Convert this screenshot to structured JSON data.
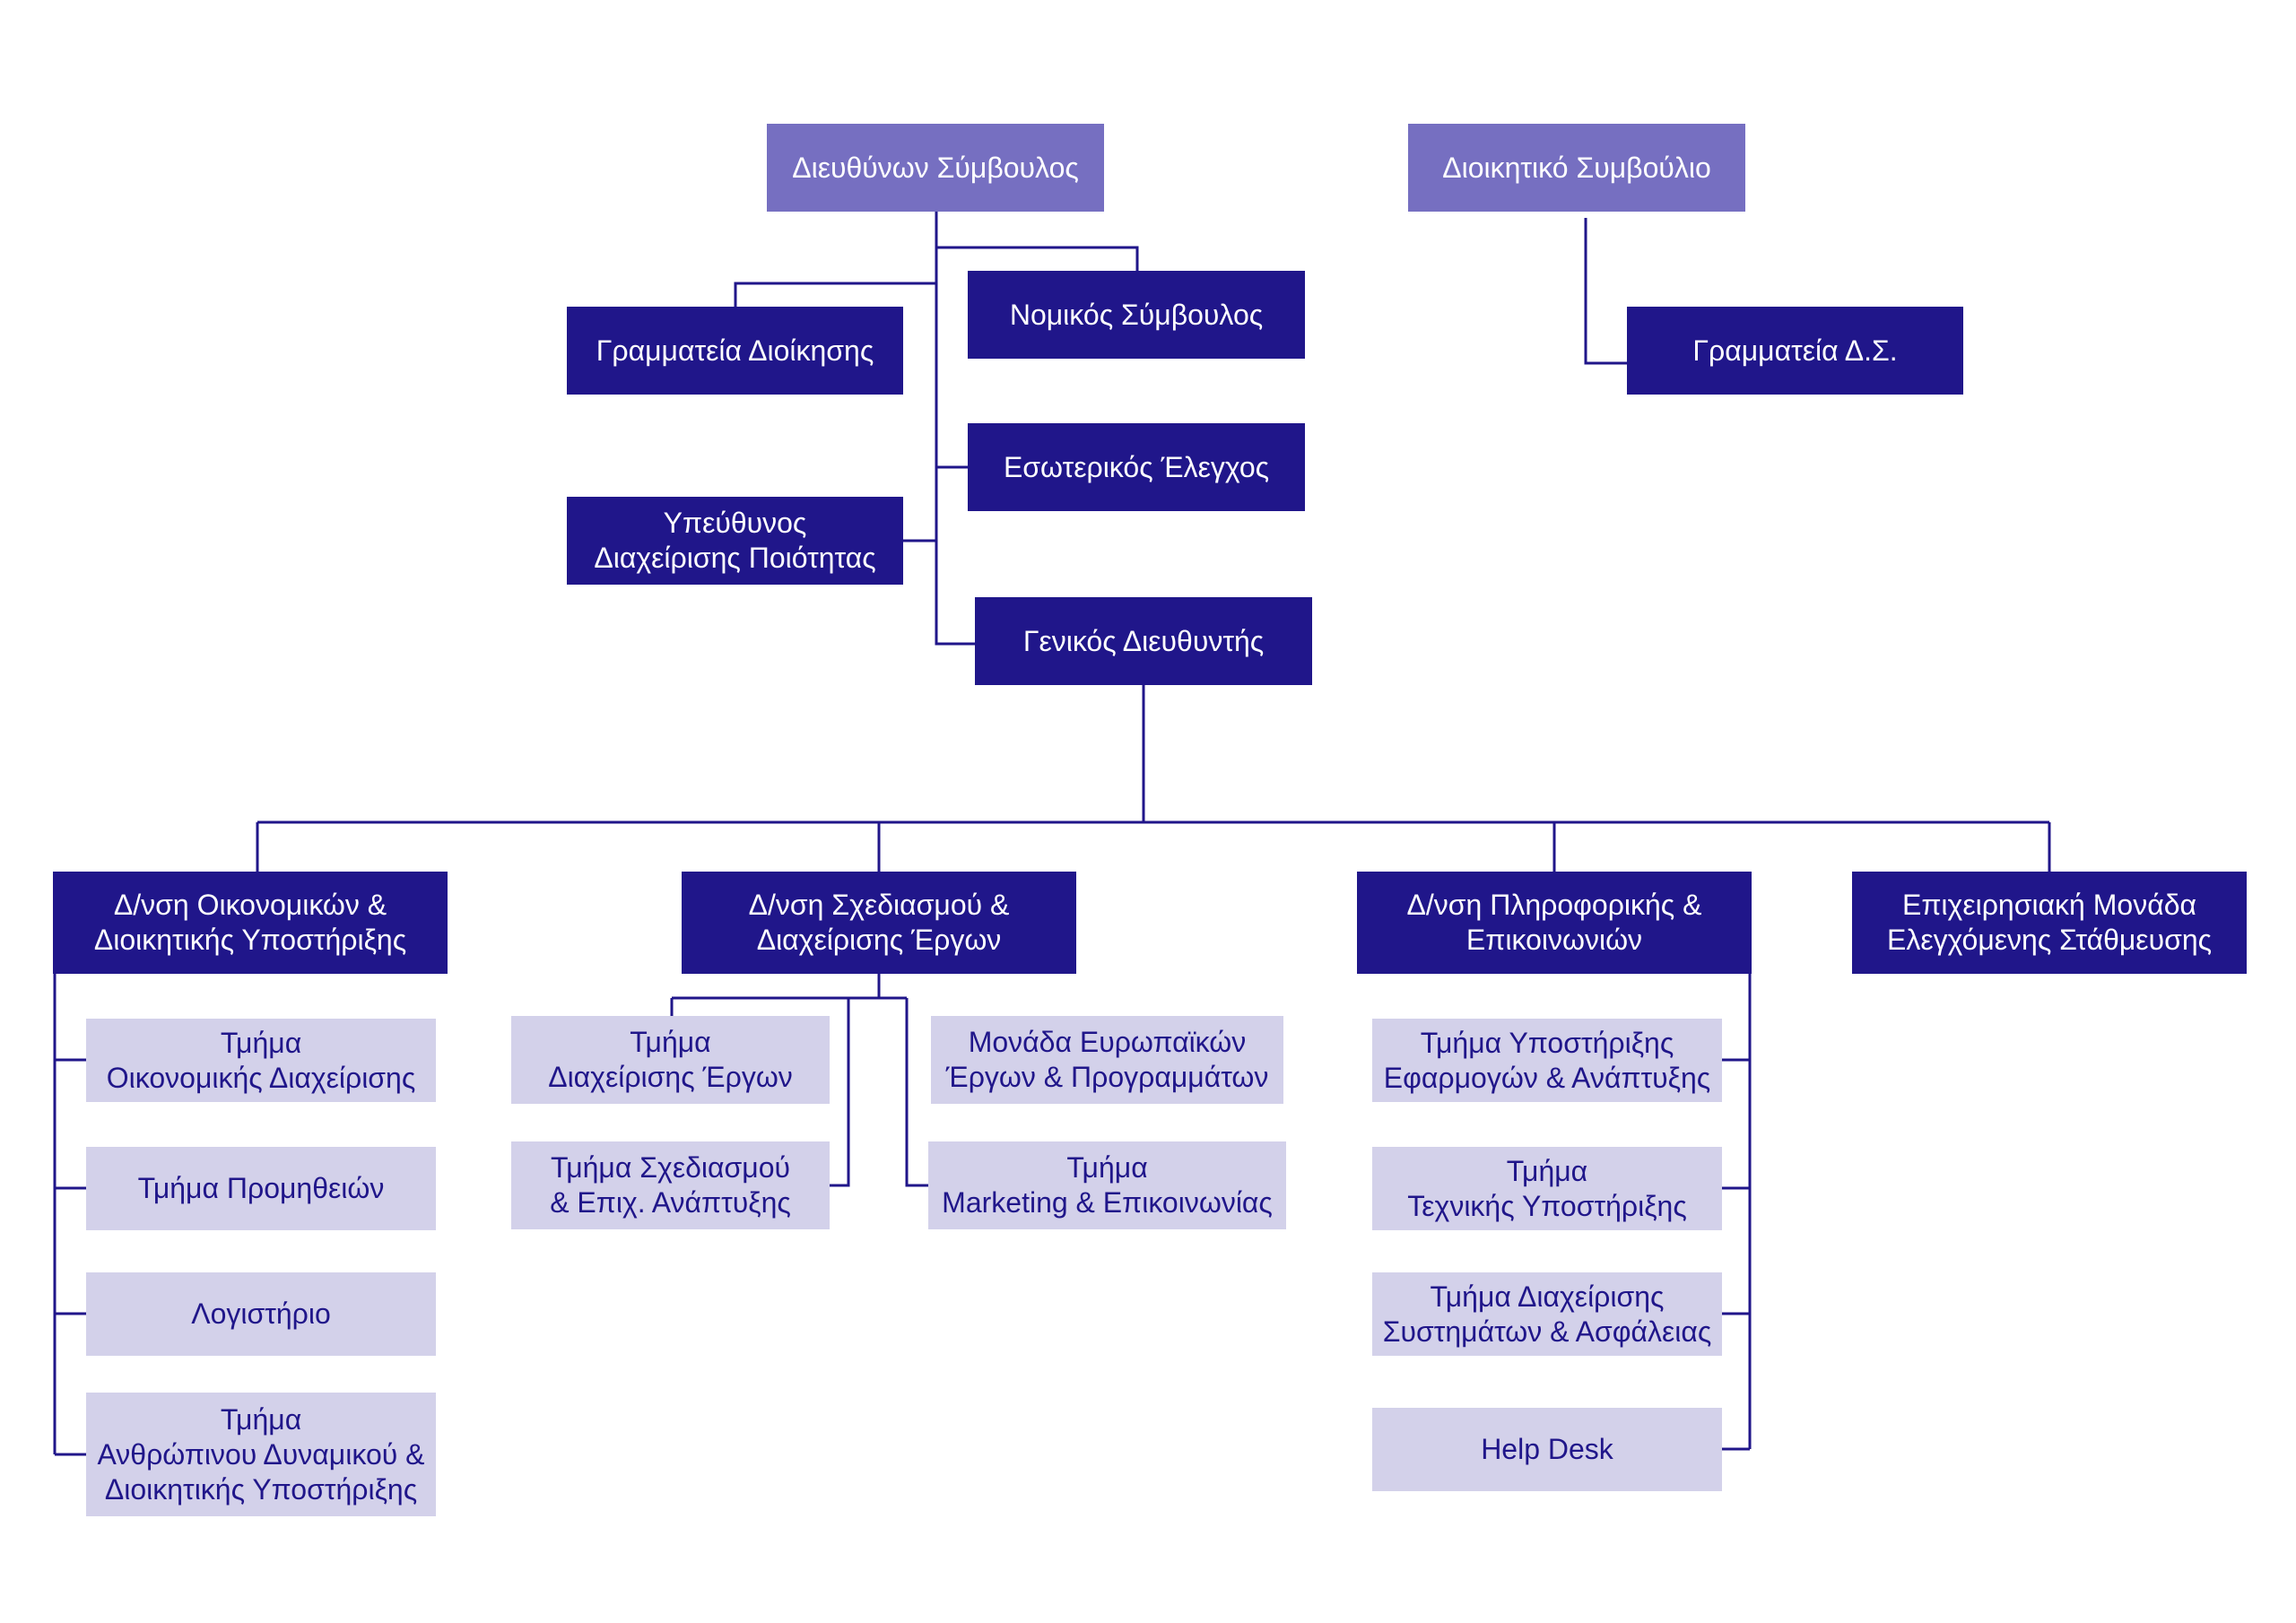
{
  "colors": {
    "top": "#766fc1",
    "primary": "#20168a",
    "department": "#d3d1ea",
    "line": "#20168a"
  },
  "nodes": {
    "ceo": "Διευθύνων Σύμβουλος",
    "board": "Διοικητικό Συμβούλιο",
    "admin_secretariat": "Γραμματεία Διοίκησης",
    "legal_advisor": "Νομικός Σύμβουλος",
    "board_secretariat": "Γραμματεία Δ.Σ.",
    "internal_audit": "Εσωτερικός Έλεγχος",
    "quality_manager": "Υπεύθυνος\nΔιαχείρισης Ποιότητας",
    "general_manager": "Γενικός Διευθυντής",
    "finance_dir": "Δ/νση Οικονομικών &\nΔιοικητικής Υποστήριξης",
    "planning_dir": "Δ/νση Σχεδιασμού &\nΔιαχείρισης Έργων",
    "it_dir": "Δ/νση Πληροφορικής &\nΕπικοινωνιών",
    "parking_unit": "Επιχειρησιακή Μονάδα\nΕλεγχόμενης Στάθμευσης",
    "fin_mgmt": "Τμήμα\nΟικονομικής Διαχείρισης",
    "procurement": "Τμήμα Προμηθειών",
    "accounting": "Λογιστήριο",
    "hr": "Τμήμα\nΑνθρώπινου Δυναμικού &\nΔιοικητικής Υποστήριξης",
    "project_mgmt": "Τμήμα\nΔιαχείρισης Έργων",
    "planning_dev": "Τμήμα Σχεδιασμού\n& Επιχ. Ανάπτυξης",
    "eu_projects": "Μονάδα Ευρωπαϊκών\nΈργων & Προγραμμάτων",
    "marketing": "Τμήμα\nMarketing & Επικοινωνίας",
    "app_support": "Τμήμα Υποστήριξης\nΕφαρμογών & Ανάπτυξης",
    "tech_support": "Τμήμα\nΤεχνικής Υποστήριξης",
    "sys_security": "Τμήμα Διαχείρισης\nΣυστημάτων & Ασφάλειας",
    "help_desk": "Help Desk"
  }
}
